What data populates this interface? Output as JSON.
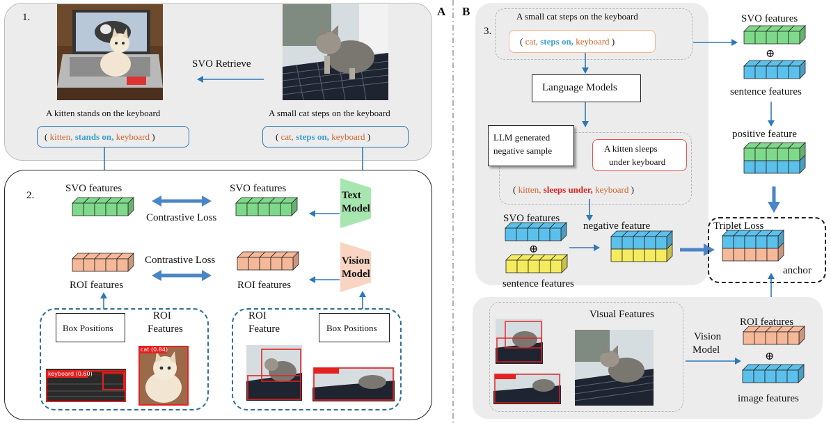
{
  "section_labels": {
    "a": "A",
    "b": "B"
  },
  "panel1": {
    "number": "1.",
    "retrieve_label": "SVO Retrieve",
    "left_caption": "A kitten stands on the keyboard",
    "right_caption": "A small cat steps on the keyboard",
    "left_svo": {
      "open": "(",
      "subject": "kitten,",
      "verb": "stands on,",
      "object": "keyboard",
      "close": ")"
    },
    "right_svo": {
      "open": "(",
      "subject": "cat,",
      "verb": "steps on,",
      "object": "keyboard",
      "close": ")"
    }
  },
  "panel2": {
    "number": "2.",
    "svo_features_left": "SVO features",
    "svo_features_right": "SVO features",
    "contrastive_loss_top": "Contrastive Loss",
    "contrastive_loss_bottom": "Contrastive Loss",
    "roi_features_left": "ROI features",
    "roi_features_right": "ROI features",
    "text_model": [
      "Text",
      "Model"
    ],
    "vision_model": [
      "Vision",
      "Model"
    ],
    "box_positions_left": "Box Positions",
    "box_positions_right": "Box Positions",
    "roi_features_label": [
      "ROI",
      "Features"
    ],
    "roi_feature_label": [
      "ROI",
      "Feature"
    ],
    "detection_labels": {
      "keyboard": "keyboard (0.60)",
      "cat": "cat (0.84)"
    }
  },
  "panel3": {
    "number": "3.",
    "caption": "A small cat steps on the keyboard",
    "svo": {
      "open": "(",
      "subject": "cat,",
      "verb": "steps on,",
      "object": "keyboard",
      "close": ")"
    },
    "language_models": "Language Models",
    "llm_box": [
      "LLM generated",
      "negative sample"
    ],
    "neg_caption": [
      "A kitten sleeps",
      "under keyboard"
    ],
    "neg_svo": {
      "open": "(",
      "subject": "kitten,",
      "verb": "sleeps under,",
      "object": "keyboard",
      "close": ")"
    },
    "svo_features": "SVO features",
    "negative_feature": "negative feature",
    "sentence_features": "sentence features",
    "oplus": "⊕"
  },
  "right_column": {
    "svo_features": "SVO features",
    "oplus": "⊕",
    "sentence_features": "sentence features",
    "positive_feature": "positive feature",
    "triplet_loss": "Triplet Loss",
    "anchor": "anchor",
    "roi_features": "ROI features",
    "image_features": "image features",
    "vision_model": [
      "Vision",
      "Model"
    ]
  },
  "panel4": {
    "visual_features": "Visual Features"
  },
  "colors": {
    "green": "#7fd98a",
    "blue": "#5bc0eb",
    "salmon": "#f5b899",
    "yellow": "#f4ec5e",
    "arrow": "#2e78b7",
    "svo_orange": "#d0632a",
    "verb_blue": "#3ba0d0",
    "verb_red": "#e02020"
  }
}
